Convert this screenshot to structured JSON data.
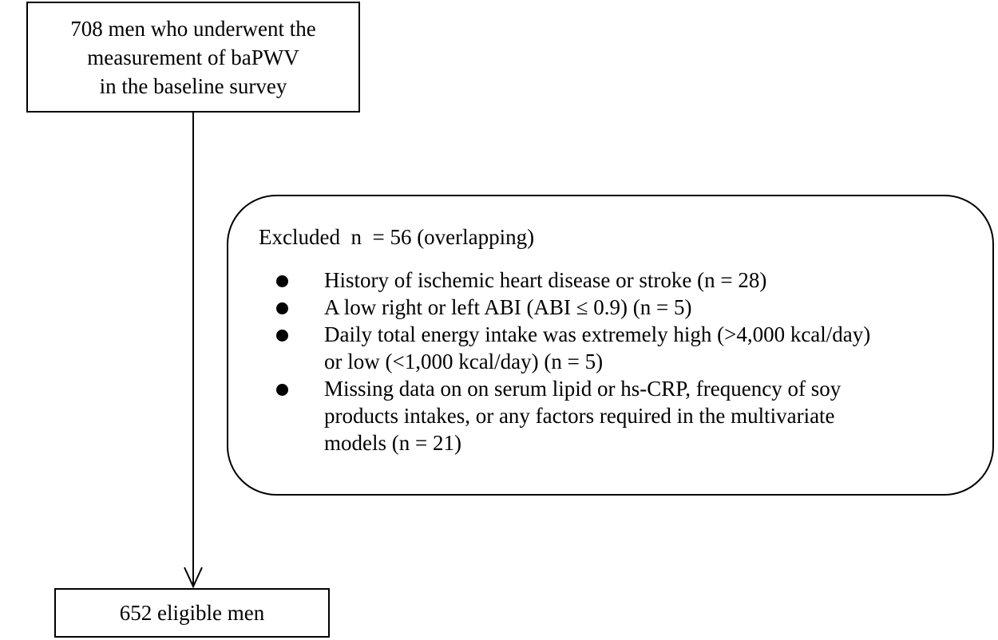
{
  "top_box": {
    "lines": [
      "708 men who underwent the",
      "measurement of baPWV",
      "in the baseline survey"
    ]
  },
  "exclusion": {
    "title": "Excluded  n  = 56 (overlapping)",
    "items": [
      {
        "lines": [
          "History of ischemic heart disease or stroke (n = 28)"
        ]
      },
      {
        "lines": [
          "A low right or left ABI (ABI ≤ 0.9) (n = 5)"
        ]
      },
      {
        "lines": [
          "Daily total energy intake was extremely high (>4,000 kcal/day)",
          "or low (<1,000 kcal/day) (n = 5)"
        ]
      },
      {
        "lines": [
          "Missing data on on serum lipid or hs-CRP, frequency of soy",
          "products intakes, or any factors required in the multivariate",
          "models (n = 21)"
        ]
      }
    ]
  },
  "bottom_box": {
    "label": "652 eligible men"
  }
}
